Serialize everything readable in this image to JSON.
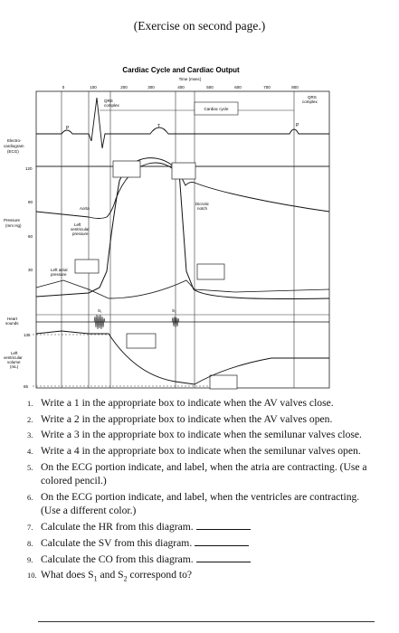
{
  "header": {
    "note": "(Exercise on second page.)"
  },
  "figure": {
    "title": "Cardiac Cycle and Cardiac Output",
    "time_axis_label": "Time (msec)",
    "time_ticks": [
      "0",
      "100",
      "200",
      "300",
      "400",
      "500",
      "600",
      "700",
      "800"
    ],
    "ecg_label": [
      "Electro-",
      "cardiogram",
      "(ECG)"
    ],
    "ecg_wave_labels": {
      "p1": "P",
      "t": "T",
      "p2": "P"
    },
    "qrs_left": [
      "QRS",
      "complex"
    ],
    "qrs_right": [
      "QRS",
      "complex"
    ],
    "cardiac_cycle_box": "Cardiac cycle",
    "pressure_label": [
      "Pressure",
      "(mm Hg)"
    ],
    "pressure_ticks": [
      "120",
      "90",
      "60",
      "30"
    ],
    "aorta_label": "Aorta",
    "lv_pressure_label": [
      "Left",
      "ventricular",
      "pressure"
    ],
    "la_pressure_label": [
      "Left atrial",
      "pressure"
    ],
    "dicrotic_label": [
      "Dicrotic",
      "notch"
    ],
    "heart_sounds_label": [
      "Heart",
      "sounds"
    ],
    "s1_label": "S₁",
    "s2_label": "S₂",
    "volume_label": [
      "Left",
      "ventricular",
      "volume",
      "(mL)"
    ],
    "volume_ticks": [
      "135",
      "65"
    ]
  },
  "questions": [
    {
      "n": "1.",
      "text": "Write a 1 in the appropriate box to indicate when the AV valves close."
    },
    {
      "n": "2.",
      "text": "Write a 2 in the appropriate box to indicate when the AV valves open."
    },
    {
      "n": "3.",
      "text": "Write a 3 in the appropriate box to indicate when the semilunar valves close."
    },
    {
      "n": "4.",
      "text": "Write a 4 in the appropriate box to indicate when the semilunar valves open."
    },
    {
      "n": "5.",
      "text": "On the ECG portion indicate, and label, when the atria are contracting. (Use a colored pencil.)"
    },
    {
      "n": "6.",
      "text": "On the ECG portion indicate, and label, when the ventricles are contracting. (Use a different color.)"
    },
    {
      "n": "7.",
      "text": "Calculate the HR from this diagram."
    },
    {
      "n": "8.",
      "text": "Calculate the SV from this diagram."
    },
    {
      "n": "9.",
      "text": "Calculate the CO from this diagram."
    }
  ],
  "question10": {
    "n": "10.",
    "before": "What does S",
    "s1": "1",
    "middle": " and S",
    "s2": "2",
    "after": " correspond to?"
  }
}
